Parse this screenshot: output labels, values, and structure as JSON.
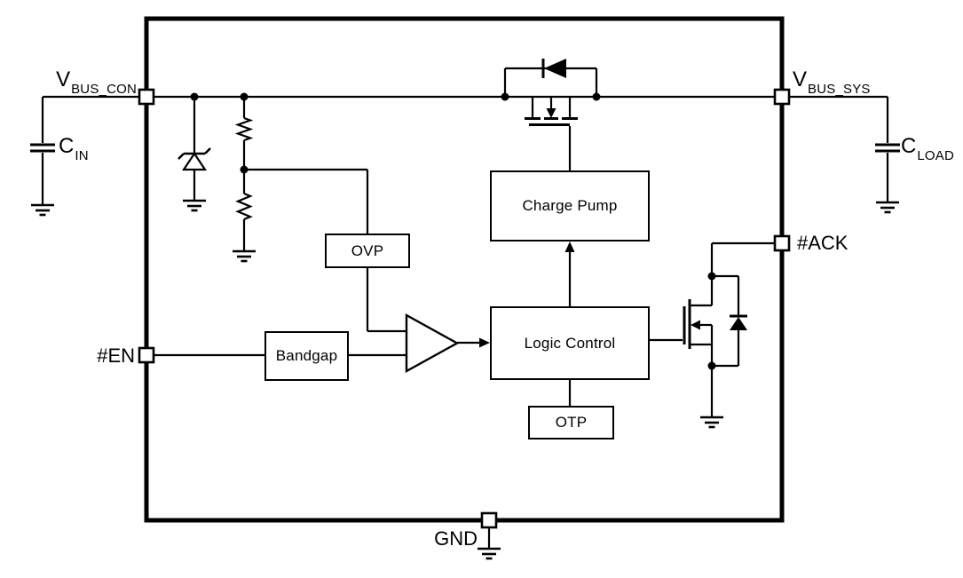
{
  "diagram": {
    "type": "ic-block-diagram",
    "colors": {
      "line": "#000000",
      "background": "#ffffff",
      "block_fill": "#ffffff"
    },
    "pins": {
      "vbus_con": {
        "main": "V",
        "sub": "BUS_CON"
      },
      "vbus_sys": {
        "main": "V",
        "sub": "BUS_SYS"
      },
      "ack": {
        "label": "#ACK"
      },
      "en": {
        "label": "#EN"
      },
      "gnd": {
        "label": "GND"
      }
    },
    "external_components": {
      "c_in": {
        "main": "C",
        "sub": "IN"
      },
      "c_load": {
        "main": "C",
        "sub": "LOAD"
      }
    },
    "blocks": {
      "ovp": {
        "label": "OVP"
      },
      "bandgap": {
        "label": "Bandgap"
      },
      "charge_pump": {
        "label": "Charge Pump"
      },
      "logic_control": {
        "label": "Logic Control"
      },
      "otp": {
        "label": "OTP"
      }
    },
    "symbols": [
      "zener-diode-icon",
      "resistor-divider-icon",
      "comparator-icon",
      "pass-nmos-fet-icon",
      "top-body-diode-icon",
      "ack-nmos-fet-icon",
      "ack-body-diode-icon",
      "input-capacitor-icon",
      "load-capacitor-icon",
      "ground-icon"
    ]
  }
}
